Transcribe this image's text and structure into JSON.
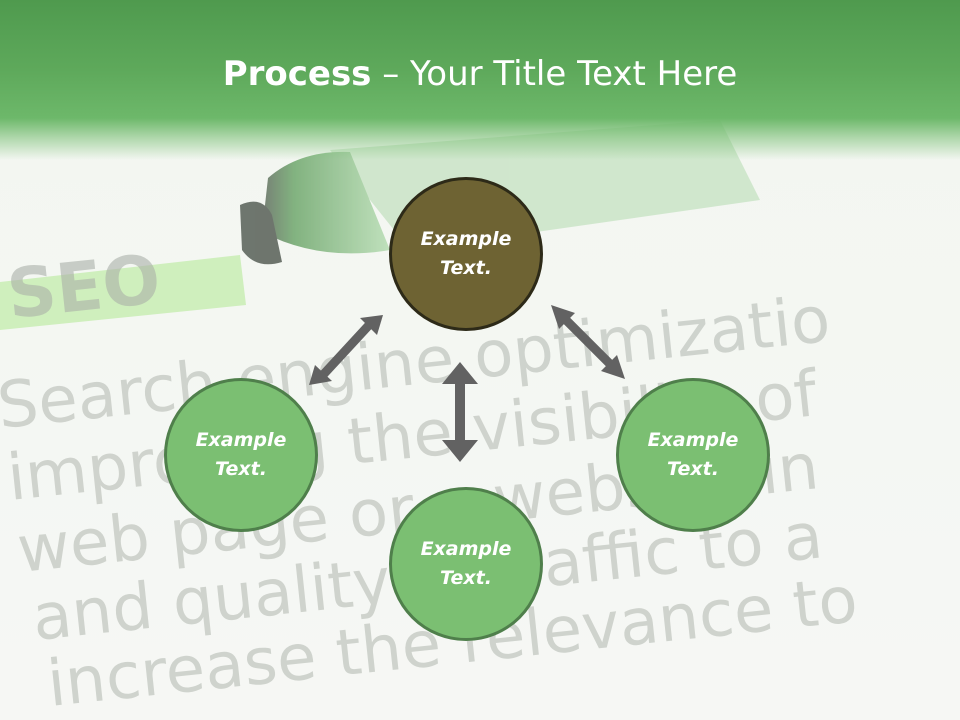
{
  "slide": {
    "title_bold": "Process",
    "title_rest": " – Your Title Text Here"
  },
  "background": {
    "logo_word": "SEO",
    "lines": [
      "Search engine optimizatio",
      "improving the visibility of",
      "web page or a website in",
      "and quality of traffic to a",
      "increase the relevance to"
    ]
  },
  "diagram": {
    "nodes": [
      {
        "id": "center",
        "line1": "Example",
        "line2": "Text."
      },
      {
        "id": "left",
        "line1": "Example",
        "line2": "Text."
      },
      {
        "id": "bottom",
        "line1": "Example",
        "line2": "Text."
      },
      {
        "id": "right",
        "line1": "Example",
        "line2": "Text."
      }
    ]
  },
  "colors": {
    "header_green": "#5ea95b",
    "node_green": "#7bbf72",
    "node_border": "#4f7f4b",
    "center_fill": "#6e6333",
    "arrow_gray": "#626262"
  }
}
